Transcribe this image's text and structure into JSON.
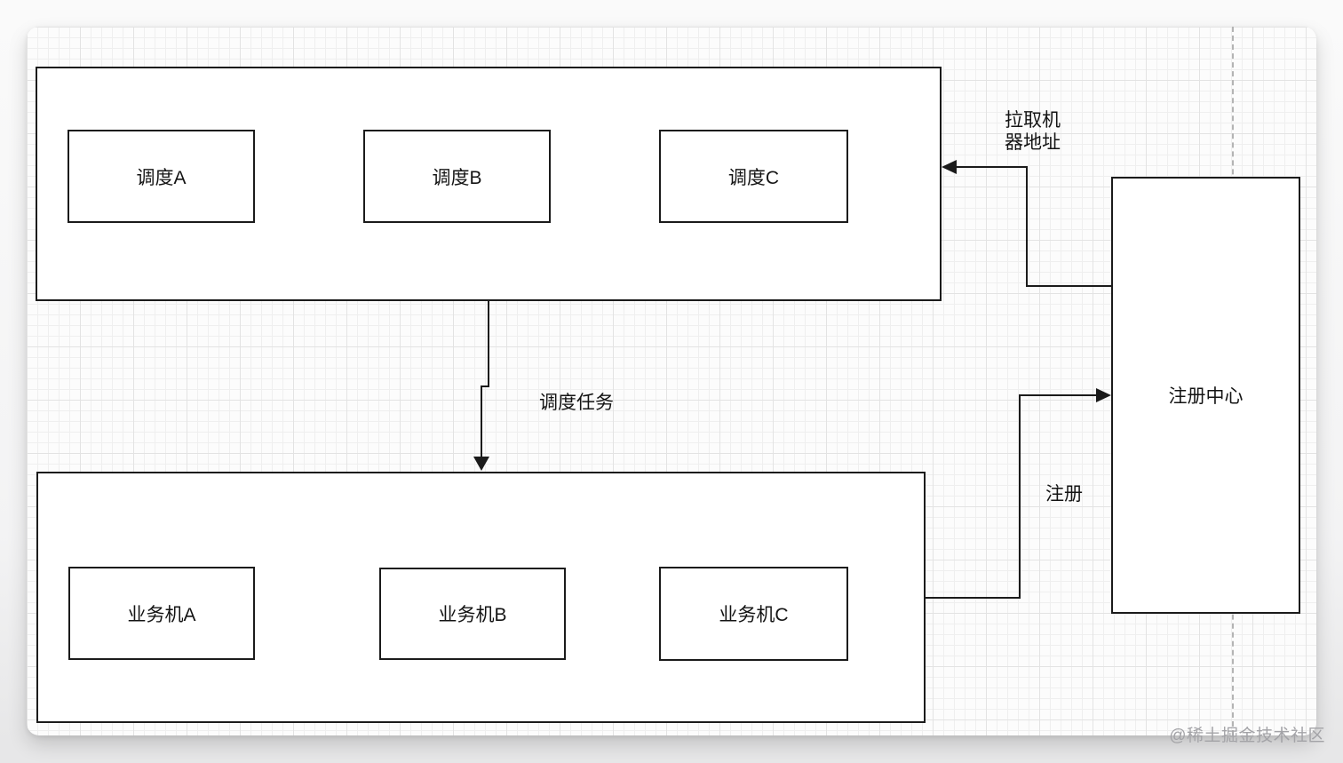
{
  "diagram": {
    "scheduler_cluster": {
      "boxes": [
        {
          "label": "调度A"
        },
        {
          "label": "调度B"
        },
        {
          "label": "调度C"
        }
      ]
    },
    "worker_cluster": {
      "boxes": [
        {
          "label": "业务机A"
        },
        {
          "label": "业务机B"
        },
        {
          "label": "业务机C"
        }
      ]
    },
    "registry": {
      "label": "注册中心"
    },
    "edges": [
      {
        "id": "pull-machine-address",
        "label": "拉取机器地址",
        "from": "registry",
        "to": "scheduler-cluster"
      },
      {
        "id": "dispatch-task",
        "label": "调度任务",
        "from": "scheduler-cluster",
        "to": "worker-cluster"
      },
      {
        "id": "register",
        "label": "注册",
        "from": "worker-cluster",
        "to": "registry"
      }
    ],
    "colors": {
      "stroke": "#1b1b1b",
      "box_fill": "#ffffff",
      "canvas_bg": "#fcfcfc",
      "grid_minor": "#efefef",
      "grid_major": "#e3e3e3",
      "dashed_guide": "#b4b4b4",
      "watermark": "#a3a3a7"
    }
  },
  "watermark": "@稀土掘金技术社区"
}
